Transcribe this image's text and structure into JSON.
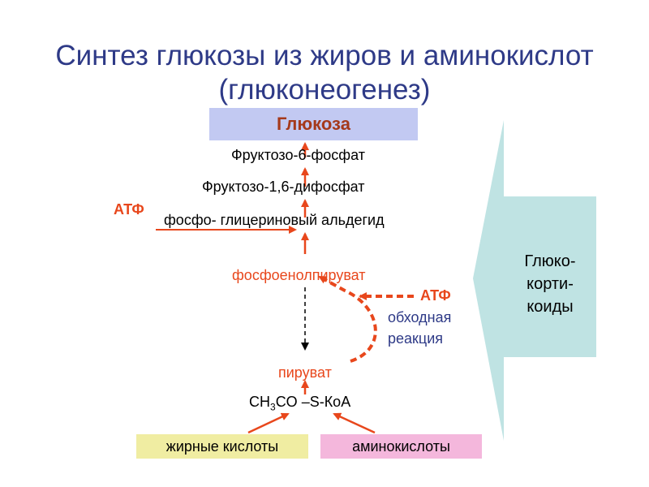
{
  "title": {
    "line1": "Синтез глюкозы из жиров и аминокислот",
    "line2": "(глюконеогенез)"
  },
  "nodes": {
    "glucose": "Глюкоза",
    "f6p": "Фруктозо-6-фосфат",
    "f16bp": "Фруктозо-1,6-дифосфат",
    "atp_left": "АТФ",
    "gap": "фосфо- глицериновый альдегид",
    "pep": "фосфоенолпируват",
    "atp_right": "АТФ",
    "bypass_line1": "обходная",
    "bypass_line2": "реакция",
    "pyruvate": "пируват",
    "acetyl_pre": "CH",
    "acetyl_sub": "3",
    "acetyl_post": "CO –S-КоА",
    "fatty_acids": "жирные кислоты",
    "amino_acids": "аминокислоты"
  },
  "side_banner": {
    "line1": "Глюко-",
    "line2": "корти-",
    "line3": "коиды"
  },
  "colors": {
    "title": "#2e3a87",
    "arrow": "#e8471c",
    "glucose_box": "#c2c9f2",
    "fat_box": "#f0eda2",
    "amino_box": "#f4b7dc",
    "banner": "#bfe3e3"
  }
}
